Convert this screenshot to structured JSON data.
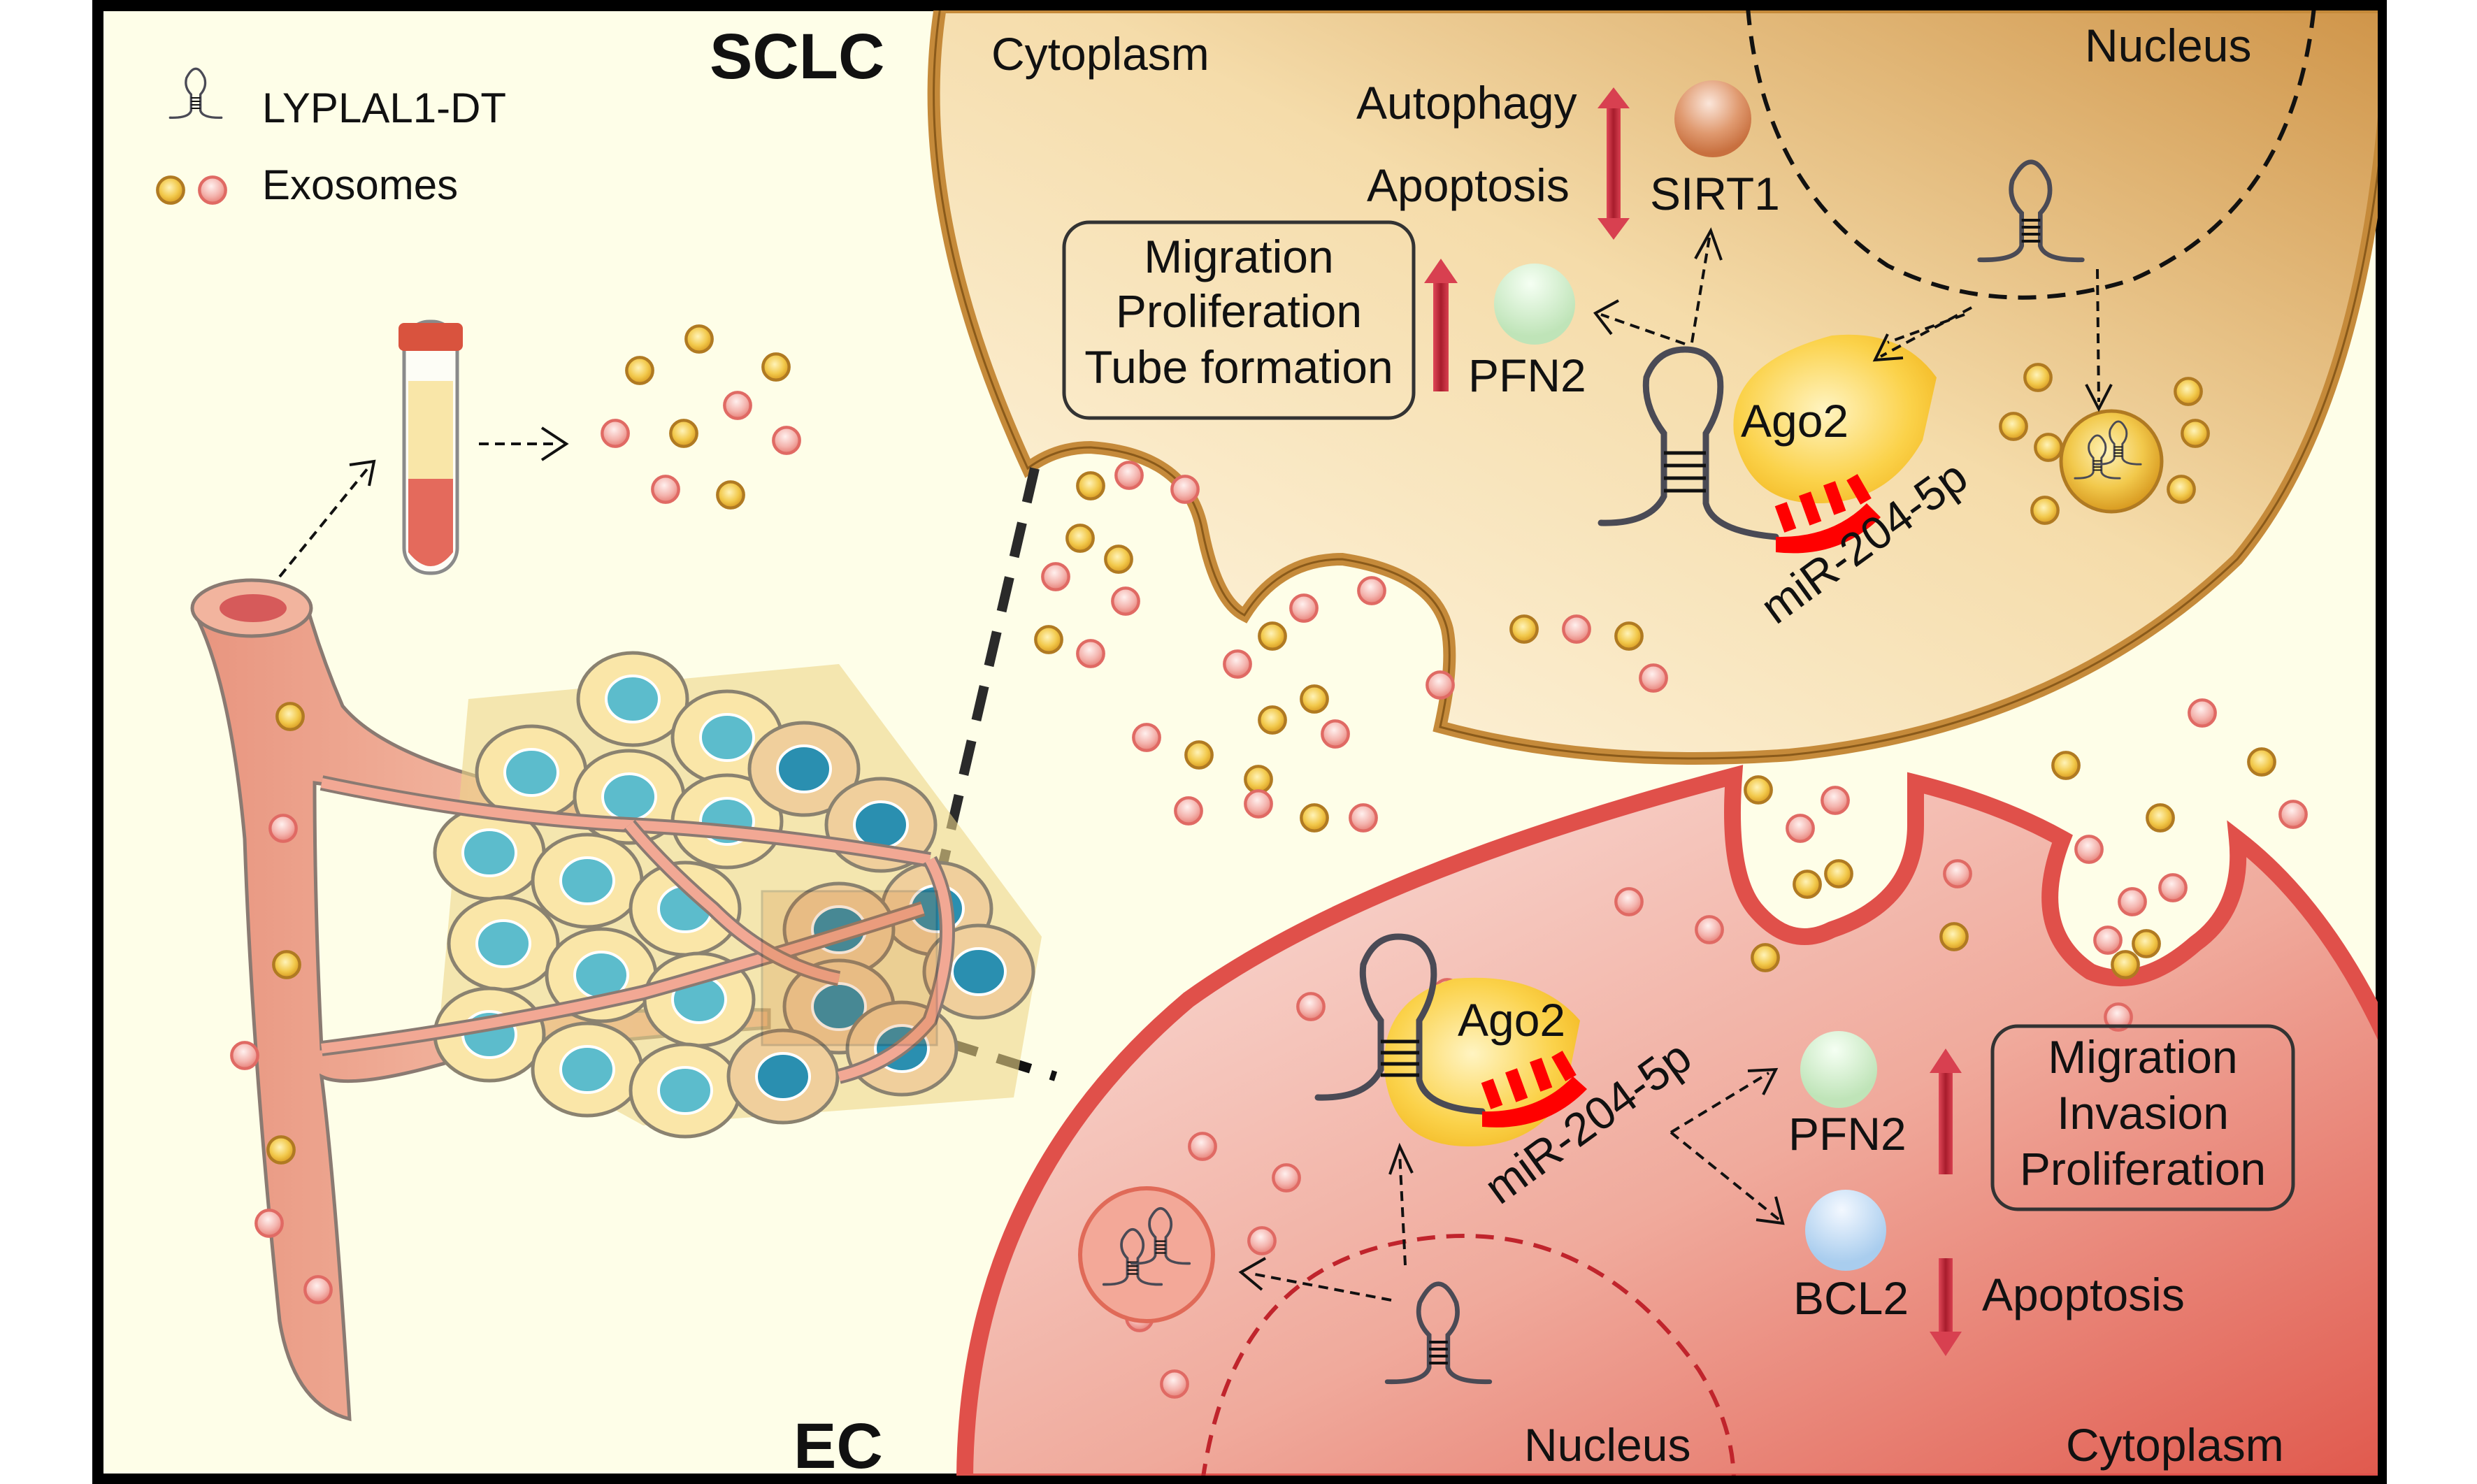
{
  "figure": {
    "title_sclc": "SCLC",
    "title_ec": "EC",
    "legend": {
      "items": [
        {
          "icon": "rna-hairpin-icon",
          "label": "LYPLAL1-DT"
        },
        {
          "icon": "exosome-pair-icon",
          "label": "Exosomes"
        }
      ]
    },
    "sclc_cell": {
      "cytoplasm_label": "Cytoplasm",
      "nucleus_label": "Nucleus",
      "effects": [
        {
          "label": "Autophagy",
          "direction": "up"
        },
        {
          "label": "Apoptosis",
          "direction": "down"
        }
      ],
      "protein_sirt1": "SIRT1",
      "protein_pfn2": "PFN2",
      "outcome_box": [
        "Migration",
        "Proliferation",
        "Tube formation"
      ],
      "outcome_direction": "up",
      "ago2_label": "Ago2",
      "mirna_label": "miR-204-5p"
    },
    "ec_cell": {
      "cytoplasm_label": "Cytoplasm",
      "nucleus_label": "Nucleus",
      "ago2_label": "Ago2",
      "mirna_label": "miR-204-5p",
      "protein_pfn2": "PFN2",
      "protein_bcl2": "BCL2",
      "outcome_box": [
        "Migration",
        "Invasion",
        "Proliferation"
      ],
      "outcome_direction": "up",
      "apoptosis_label": "Apoptosis",
      "apoptosis_direction": "down"
    },
    "colors": {
      "background": "#fefee8",
      "frame": "#000000",
      "sclc_membrane": "#c58a3a",
      "sclc_fill_light": "#fdf0d5",
      "sclc_fill_dark": "#d8a25a",
      "ec_membrane": "#e0504a",
      "ec_fill_light": "#f9dcd6",
      "ec_fill_dark": "#e4685a",
      "exosome_gold": "#e8b63a",
      "exosome_pink": "#f0a0a0",
      "ago2": "#fbd24a",
      "mirna": "#ff0000",
      "arrow_red": "#c8283a"
    }
  }
}
